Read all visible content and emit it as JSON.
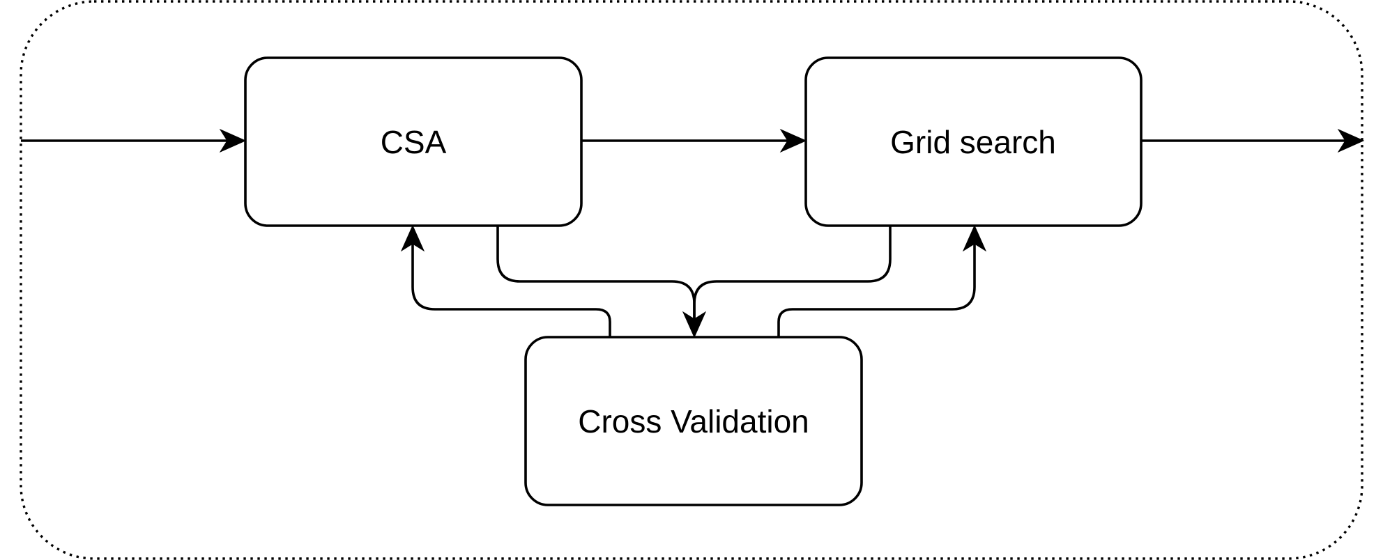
{
  "diagram": {
    "nodes": {
      "csa": {
        "label": "CSA"
      },
      "grid_search": {
        "label": "Grid search"
      },
      "cross_validation": {
        "label": "Cross Validation"
      }
    },
    "edges": [
      {
        "from": "input",
        "to": "csa"
      },
      {
        "from": "csa",
        "to": "grid_search"
      },
      {
        "from": "grid_search",
        "to": "output"
      },
      {
        "from": "csa",
        "to": "cross_validation"
      },
      {
        "from": "grid_search",
        "to": "cross_validation"
      },
      {
        "from": "cross_validation",
        "to": "csa"
      },
      {
        "from": "cross_validation",
        "to": "grid_search"
      }
    ],
    "colors": {
      "stroke": "#000000",
      "fill": "#ffffff"
    }
  }
}
